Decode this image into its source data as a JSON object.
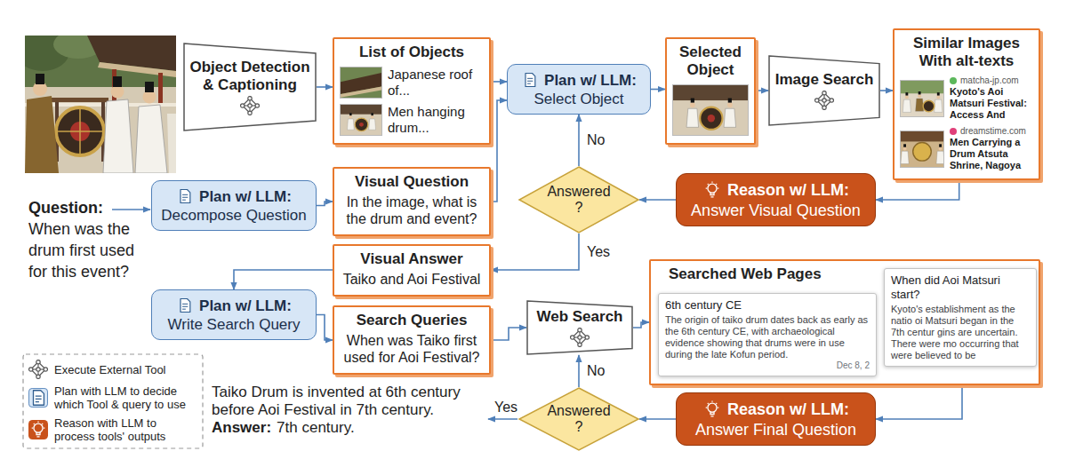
{
  "diagram": {
    "nodes": [
      {
        "text": [
          "Object Detection & Captioning"
        ]
      },
      {
        "text": [
          "List of Objects",
          "Japanese roof of...",
          "Men hanging drum..."
        ]
      },
      {
        "text": [
          "Plan w/ LLM:",
          "Select Object"
        ]
      },
      {
        "text": [
          "Selected Object"
        ]
      },
      {
        "text": [
          "Image Search"
        ]
      },
      {
        "text": [
          "Similar Images With alt-texts",
          "matcha-jp.com",
          "Kyoto's Aoi Matsuri Festival: Access And",
          "dreamstime.com",
          "Men Carrying a Drum Atsuta Shrine, Nagoya"
        ]
      },
      {
        "text": [
          "Plan w/ LLM:",
          "Decompose Question"
        ]
      },
      {
        "text": [
          "Visual Question",
          "In the image, what is the drum and event?"
        ]
      },
      {
        "text": [
          "Answered ?"
        ]
      },
      {
        "text": [
          "Reason w/ LLM:",
          "Answer Visual Question"
        ]
      },
      {
        "text": [
          "Visual Answer",
          "Taiko and Aoi Festival"
        ]
      },
      {
        "text": [
          "Plan w/ LLM:",
          "Write Search Query"
        ]
      },
      {
        "text": [
          "Search Queries",
          "When was Taiko first used for Aoi Festival?"
        ]
      },
      {
        "text": [
          "Web Search"
        ]
      },
      {
        "text": [
          "Searched Web Pages"
        ]
      },
      {
        "text": [
          "6th century CE",
          "The origin of taiko drum dates back as early as the 6th century CE, with archaeological evidence showing that drums were in use during the late Kofun period.",
          "Dec 8, 2"
        ],
        "in": 14
      },
      {
        "text": [
          "When did Aoi Matsuri start?",
          "Kyoto's establishment as the natio oi Matsuri began in the 7th centur gins are uncertain. There were mo occurring that were believed to be"
        ],
        "in": 14
      },
      {
        "text": [
          "Reason w/ LLM:",
          "Answer Final Question"
        ]
      },
      {
        "text": [
          "Answered ?"
        ]
      }
    ],
    "edges": [
      {
        "from": 0,
        "to": 1,
        "arrow": "to"
      },
      {
        "from": 1,
        "to": 2,
        "arrow": "to"
      },
      {
        "from": 6,
        "to": 7,
        "arrow": "to"
      },
      {
        "from": 7,
        "to": 2,
        "arrow": "to"
      },
      {
        "from": 2,
        "to": 3,
        "arrow": "to"
      },
      {
        "from": 3,
        "to": 4,
        "arrow": "to"
      },
      {
        "from": 4,
        "to": 5,
        "arrow": "to"
      },
      {
        "from": 5,
        "to": 9,
        "arrow": "to"
      },
      {
        "from": 9,
        "to": 8,
        "arrow": "to"
      },
      {
        "from": 8,
        "to": 2,
        "label": "No",
        "arrow": "to"
      },
      {
        "from": 8,
        "to": 10,
        "label": "Yes",
        "arrow": "to"
      },
      {
        "from": 10,
        "to": 11,
        "arrow": "to"
      },
      {
        "from": 11,
        "to": 12,
        "arrow": "to"
      },
      {
        "from": 12,
        "to": 13,
        "arrow": "to"
      },
      {
        "from": 13,
        "to": 14,
        "arrow": "to"
      },
      {
        "from": 14,
        "to": 17,
        "arrow": "to"
      },
      {
        "from": 17,
        "to": 18,
        "arrow": "to"
      },
      {
        "from": 18,
        "to": 13,
        "label": "No",
        "arrow": "to"
      }
    ],
    "labels": [
      "Question:",
      "When was the drum first used for this event?",
      "Yes",
      "Taiko Drum is invented at 6th century before Aoi Festival in 7th century.",
      "Answer:",
      "7th century."
    ],
    "legend": [
      {
        "text": "Execute External Tool"
      },
      {
        "text": "Plan with LLM to decide which Tool & query to use"
      },
      {
        "text": "Reason with LLM to process tools' outputs"
      }
    ]
  }
}
